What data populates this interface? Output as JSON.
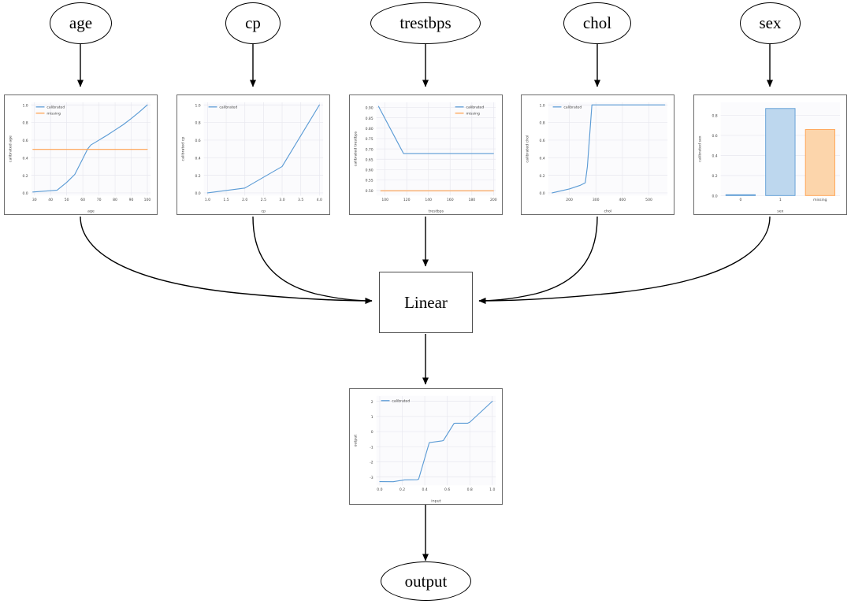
{
  "graph": {
    "title": "calibrated additive model diagram",
    "input_nodes": [
      {
        "id": "age",
        "label": "age"
      },
      {
        "id": "cp",
        "label": "cp"
      },
      {
        "id": "trestbps",
        "label": "trestbps"
      },
      {
        "id": "chol",
        "label": "chol"
      },
      {
        "id": "sex",
        "label": "sex"
      }
    ],
    "linear_node": {
      "id": "linear",
      "label": "Linear"
    },
    "output_node": {
      "id": "output",
      "label": "output"
    }
  },
  "legend_labels": {
    "calibrated": "calibrated",
    "missing": "missing"
  },
  "colors": {
    "calibrated": "#5b9bd5",
    "missing": "#ffa04d",
    "bar_blue_fill": "#bdd7ee",
    "bar_blue_edge": "#5b9bd5",
    "bar_orange_fill": "#fcd5ab",
    "bar_orange_edge": "#ffa04d",
    "panel_border": "#6b6b6b",
    "grid": "#e8e8ef"
  },
  "chart_data": [
    {
      "id": "age",
      "type": "line",
      "title": "",
      "xlabel": "age",
      "ylabel": "calibrated age",
      "xlim": [
        28,
        102
      ],
      "ylim": [
        -0.03,
        1.03
      ],
      "xticks": [
        30,
        40,
        50,
        60,
        70,
        80,
        90,
        100
      ],
      "yticks": [
        0.0,
        0.2,
        0.4,
        0.6,
        0.8,
        1.0
      ],
      "grid": true,
      "legend": "upper left",
      "series": [
        {
          "name": "calibrated",
          "color": "#5b9bd5",
          "x": [
            29,
            44,
            50,
            55,
            60,
            63,
            65,
            70,
            75,
            80,
            85,
            90,
            95,
            100
          ],
          "y": [
            0.01,
            0.03,
            0.12,
            0.21,
            0.39,
            0.5,
            0.545,
            0.6,
            0.655,
            0.715,
            0.775,
            0.845,
            0.92,
            1.0
          ]
        },
        {
          "name": "missing",
          "color": "#ffa04d",
          "x": [
            29,
            100
          ],
          "y": [
            0.495,
            0.495
          ]
        }
      ]
    },
    {
      "id": "cp",
      "type": "line",
      "title": "",
      "xlabel": "cp",
      "ylabel": "calibrated cp",
      "xlim": [
        0.9,
        4.1
      ],
      "ylim": [
        -0.03,
        1.03
      ],
      "xticks": [
        1.0,
        1.5,
        2.0,
        2.5,
        3.0,
        3.5,
        4.0
      ],
      "yticks": [
        0.0,
        0.2,
        0.4,
        0.6,
        0.8,
        1.0
      ],
      "grid": true,
      "legend": "upper left",
      "series": [
        {
          "name": "calibrated",
          "color": "#5b9bd5",
          "x": [
            1.0,
            2.0,
            3.0,
            4.0
          ],
          "y": [
            0.0,
            0.055,
            0.3,
            1.0
          ]
        }
      ]
    },
    {
      "id": "trestbps",
      "type": "line",
      "title": "",
      "xlabel": "trestbps",
      "ylabel": "calibrated trestbps",
      "xlim": [
        92,
        202
      ],
      "ylim": [
        0.475,
        0.925
      ],
      "xticks": [
        100,
        120,
        140,
        160,
        180,
        200
      ],
      "yticks": [
        0.5,
        0.55,
        0.6,
        0.65,
        0.7,
        0.75,
        0.8,
        0.85,
        0.9
      ],
      "grid": true,
      "legend": "upper right",
      "series": [
        {
          "name": "calibrated",
          "color": "#5b9bd5",
          "x": [
            94,
            117,
            200
          ],
          "y": [
            0.905,
            0.678,
            0.678
          ]
        },
        {
          "name": "missing",
          "color": "#ffa04d",
          "x": [
            96,
            200
          ],
          "y": [
            0.498,
            0.498
          ]
        }
      ]
    },
    {
      "id": "chol",
      "type": "line",
      "title": "",
      "xlabel": "chol",
      "ylabel": "calibrated chol",
      "xlim": [
        120,
        570
      ],
      "ylim": [
        -0.03,
        1.03
      ],
      "xticks": [
        200,
        300,
        400,
        500
      ],
      "yticks": [
        0.0,
        0.2,
        0.4,
        0.6,
        0.8,
        1.0
      ],
      "grid": true,
      "legend": "upper left",
      "series": [
        {
          "name": "calibrated",
          "color": "#5b9bd5",
          "x": [
            135,
            200,
            240,
            260,
            268,
            285,
            560
          ],
          "y": [
            0.0,
            0.045,
            0.085,
            0.115,
            0.3,
            1.0,
            1.0
          ]
        }
      ]
    },
    {
      "id": "sex",
      "type": "bar",
      "title": "",
      "xlabel": "sex",
      "ylabel": "calibrated sex",
      "categories": [
        "0",
        "1",
        "missing"
      ],
      "values": [
        0.008,
        0.868,
        0.658
      ],
      "bar_colors": [
        "#5b9bd5",
        "#bdd7ee",
        "#fcd5ab"
      ],
      "bar_edges": [
        "#5b9bd5",
        "#5b9bd5",
        "#ffa04d"
      ],
      "ylim": [
        0,
        0.93
      ],
      "yticks": [
        0.0,
        0.2,
        0.4,
        0.6,
        0.8
      ],
      "grid": true,
      "legend": "none"
    },
    {
      "id": "output",
      "type": "line",
      "title": "",
      "xlabel": "input",
      "ylabel": "output",
      "xlim": [
        -0.03,
        1.03
      ],
      "ylim": [
        -3.55,
        2.35
      ],
      "xticks": [
        0.0,
        0.2,
        0.4,
        0.6,
        0.8,
        1.0
      ],
      "yticks": [
        -3,
        -2,
        -1,
        0,
        1,
        2
      ],
      "grid": true,
      "legend": "upper left",
      "series": [
        {
          "name": "calibrated",
          "color": "#5b9bd5",
          "x": [
            0.0,
            0.12,
            0.22,
            0.33,
            0.345,
            0.44,
            0.46,
            0.55,
            0.565,
            0.66,
            0.67,
            0.78,
            0.8,
            1.0
          ],
          "y": [
            -3.3,
            -3.31,
            -3.19,
            -3.18,
            -3.15,
            -0.73,
            -0.71,
            -0.62,
            -0.59,
            0.54,
            0.55,
            0.55,
            0.62,
            2.0
          ]
        }
      ]
    }
  ]
}
